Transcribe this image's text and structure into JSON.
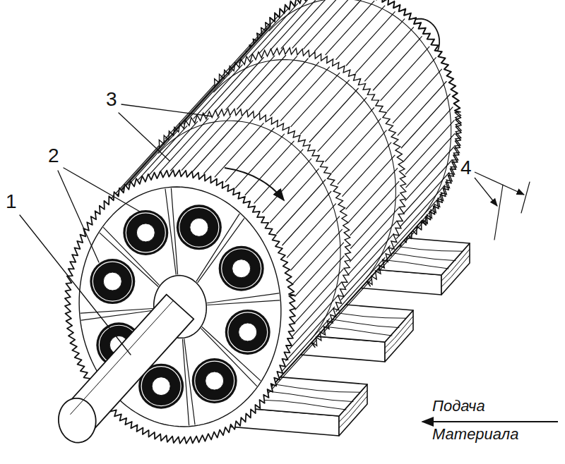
{
  "diagram": {
    "labels": [
      "1",
      "2",
      "3",
      "4",
      "Подача Материала"
    ]
  }
}
